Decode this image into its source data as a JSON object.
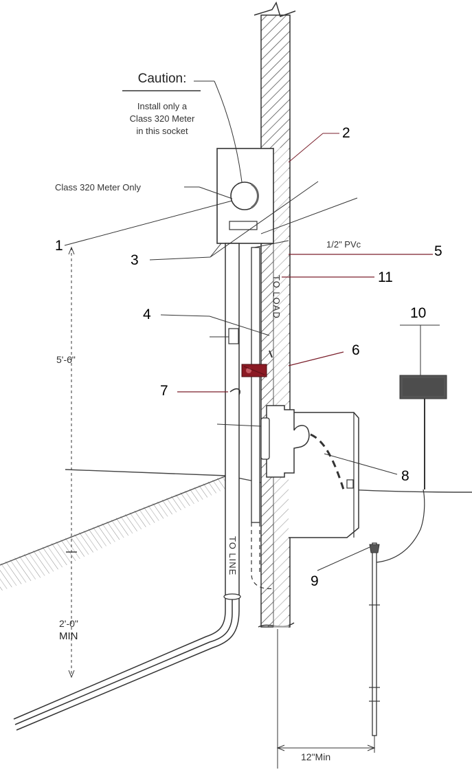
{
  "caution": {
    "title": "Caution:",
    "line1": "Install only a",
    "line2": "Class 320 Meter",
    "line3": "in this socket"
  },
  "meter_label": "Class 320 Meter Only",
  "conduit_label": "1/2\" PVc",
  "to_load": "TO LOAD",
  "to_line": "TO LINE",
  "dimensions": {
    "meter_height": "5'-6\"",
    "burial_depth_line1": "2'-0\"",
    "burial_depth_line2": "MIN",
    "rod_offset": "12\"Min"
  },
  "callouts": [
    "1",
    "2",
    "3",
    "4",
    "5",
    "6",
    "7",
    "8",
    "9",
    "10",
    "11"
  ],
  "colors": {
    "leader_red": "#7a1f2b",
    "strap_red": "#8b1a24",
    "ink": "#333333",
    "hatch": "#555555"
  }
}
